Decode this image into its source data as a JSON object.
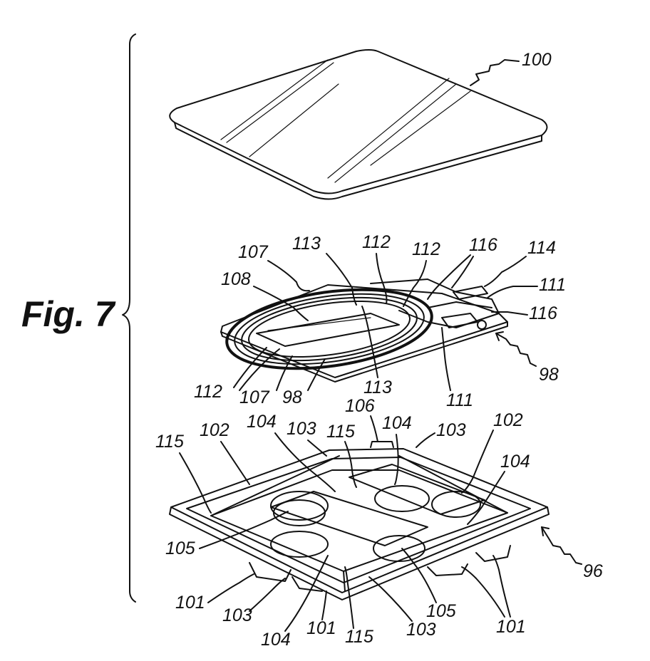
{
  "figure": {
    "title": "Fig. 7"
  },
  "labels": {
    "l100": "100",
    "l107a": "107",
    "l113a": "113",
    "l112a": "112",
    "l112b": "112",
    "l116a": "116",
    "l114": "114",
    "l108": "108",
    "l111a": "111",
    "l116b": "116",
    "l98a": "98",
    "l112c": "112",
    "l107b": "107",
    "l98b": "98",
    "l113b": "113",
    "l111b": "111",
    "l106": "106",
    "l102a": "102",
    "l104a": "104",
    "l103a": "103",
    "l115a": "115",
    "l104b": "104",
    "l103b": "103",
    "l102b": "102",
    "l115b": "115",
    "l104c": "104",
    "l105a": "105",
    "l96": "96",
    "l101a": "101",
    "l103c": "103",
    "l104d": "104",
    "l101b": "101",
    "l115c": "115",
    "l103d": "103",
    "l105b": "105",
    "l101c": "101"
  }
}
